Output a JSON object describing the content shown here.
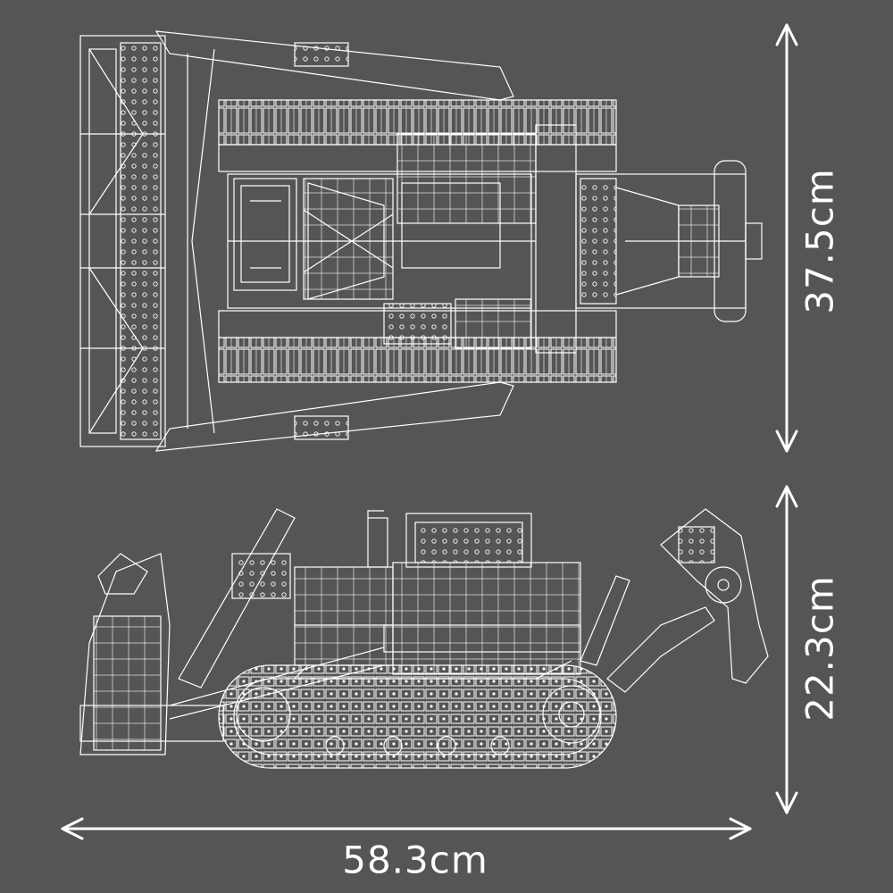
{
  "dimensions": {
    "top_view_height": "37.5cm",
    "side_view_height": "22.3cm",
    "overall_length": "58.3cm"
  },
  "colors": {
    "background": "#555555",
    "line": "#ffffff"
  }
}
